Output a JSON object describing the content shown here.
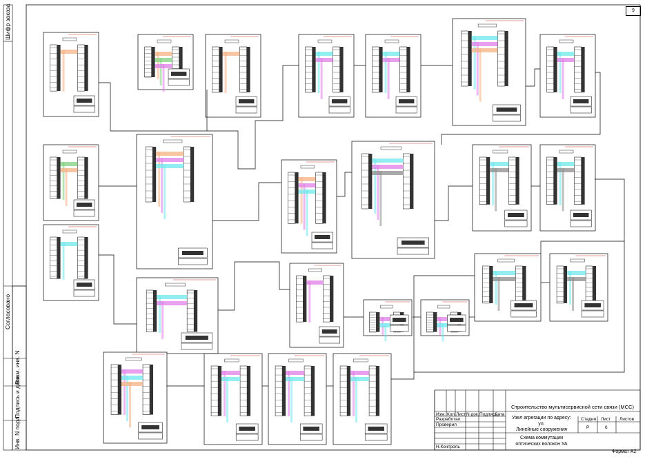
{
  "side_strip": {
    "order_code": "Шифр заказа",
    "agreed": "Согласовано",
    "replaced_inv": "Взам. инв. N",
    "sign_date": "Подпись и дата",
    "original_inv": "Инв. N подл."
  },
  "sheet_number": "9",
  "title_block": {
    "project": "Строительство мультисервисной сети связи (МСС)",
    "object_line1": "Узел агрегации по адресу:",
    "object_line2": "ул.",
    "object_line3": "Линейные сооружения",
    "drawing_line1": "Схема коммутации",
    "drawing_line2": "оптических волокон УА",
    "col_izm": "Изм.",
    "col_kol": "Кол.",
    "col_list": "Лист",
    "col_ndok": "N док.",
    "col_podpis": "Подпись",
    "col_data": "Дата",
    "role_developer": "Разработал",
    "role_checker": "Проверил",
    "role_norm": "Н.Контроль",
    "stage_header": "Стадия",
    "sheet_header": "Лист",
    "sheets_header": "Листов",
    "stage_value": "Р",
    "sheet_value": "6",
    "sheets_value": ""
  },
  "format": "Формат А2",
  "colors": {
    "frame": "#000000",
    "orange": "#f4b183",
    "cyan": "#6fe8ee",
    "magenta": "#e07fe8",
    "green": "#7fd17f",
    "gray": "#8c8c8c",
    "dark": "#333333"
  }
}
